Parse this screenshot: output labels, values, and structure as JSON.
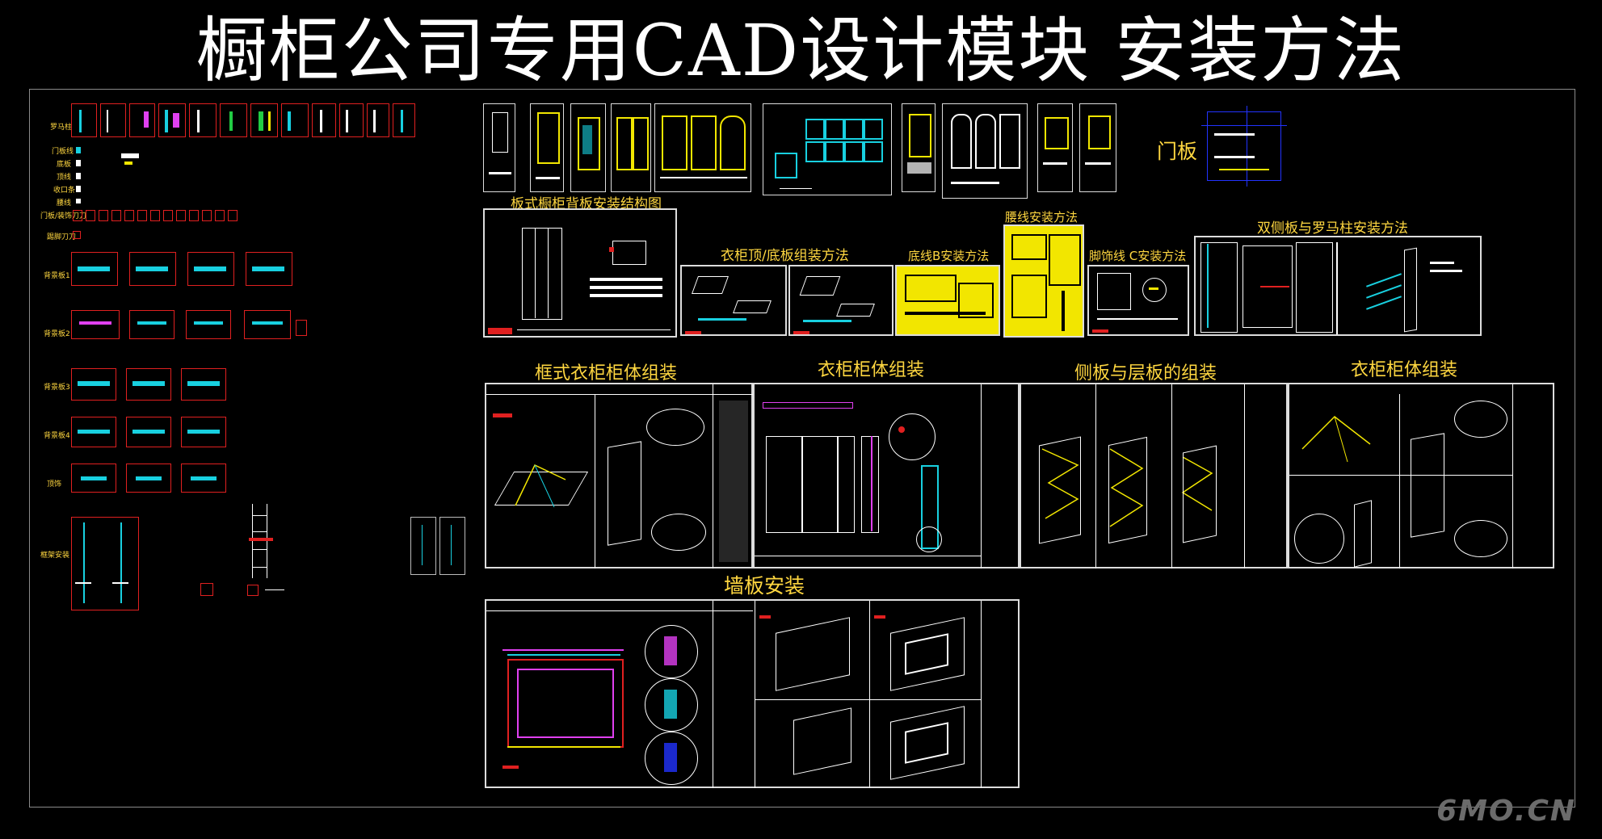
{
  "title": "橱柜公司专用CAD设计模块 安装方法",
  "watermark": "6MO.CN",
  "accent_colors": {
    "label": "#ffd740",
    "frame": "#e02020",
    "cyan": "#18d0e0",
    "yellow": "#f2e600"
  },
  "left_panel_labels": [
    "罗马柱",
    "门板线",
    "底板",
    "顶线",
    "收口条",
    "腰线",
    "门板/装饰刀刀",
    "踢脚刀刀",
    "背景板1",
    "背景板2",
    "背景板3",
    "背景板4",
    "顶饰",
    "框架安装"
  ],
  "section_labels": {
    "door_panel": "门板",
    "back_panel": "板式橱柜背板安装结构图",
    "top_bottom": "衣柜顶/底板组装方法",
    "plinth_b": "底线B安装方法",
    "waist_line": "腰线安装方法",
    "foot_line_c": "脚饰线 C安装方法",
    "double_side": "双侧板与罗马柱安装方法",
    "frame_wardrobe": "框式衣柜柜体组装",
    "wardrobe_body": "衣柜柜体组装",
    "side_shelf": "侧板与层板的组装",
    "wardrobe_body_2": "衣柜柜体组装",
    "wall_panel": "墙板安装"
  }
}
